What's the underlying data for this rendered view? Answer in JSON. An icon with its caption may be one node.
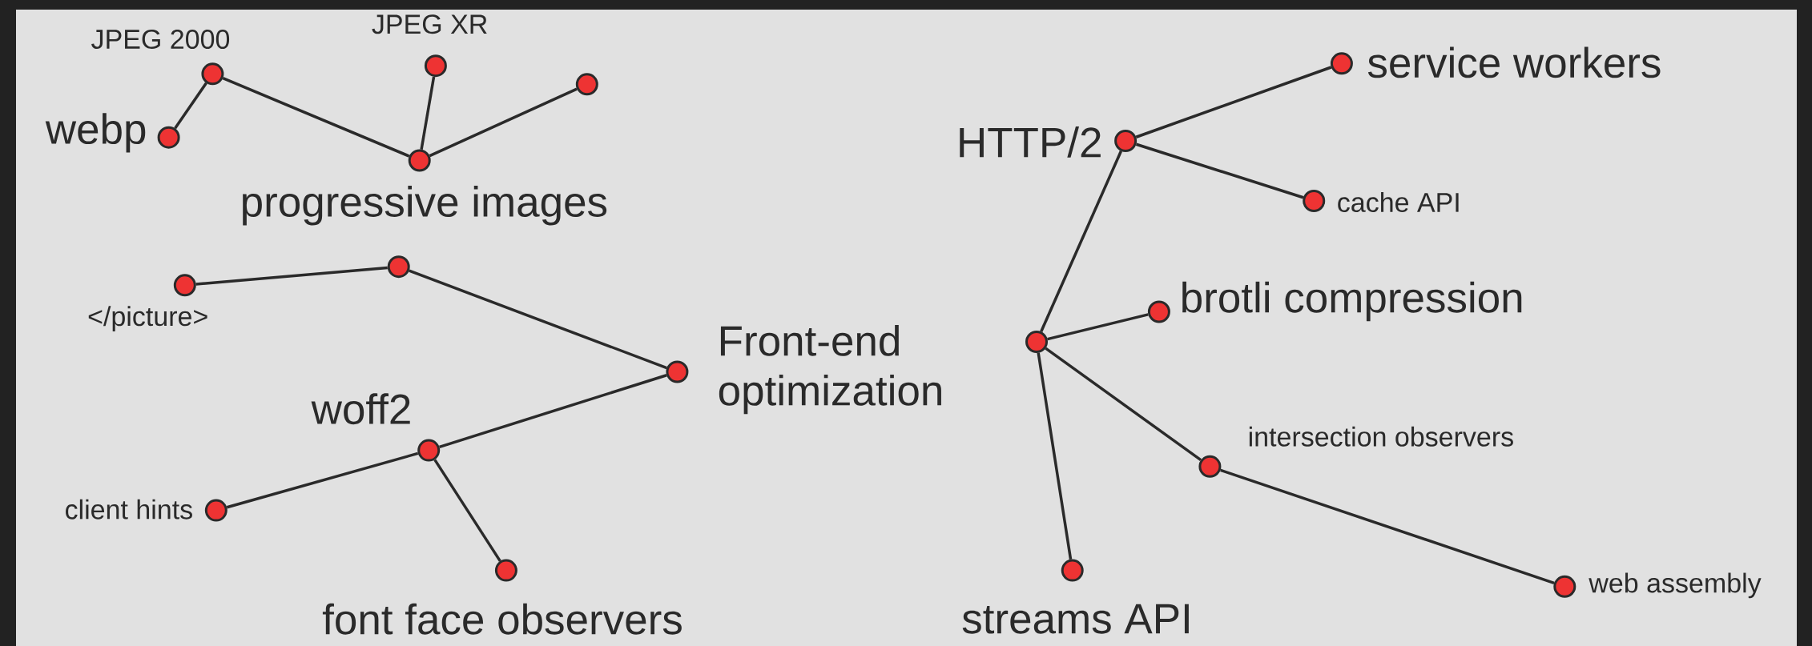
{
  "diagram": {
    "nodes": [
      {
        "text": [
          "JPEG 2000"
        ]
      },
      {
        "text": [
          "JPEG XR"
        ]
      },
      {
        "text": [],
        "shape": "circle"
      },
      {
        "text": [
          "webp"
        ]
      },
      {
        "text": [
          "progressive images"
        ]
      },
      {
        "text": [],
        "shape": "circle"
      },
      {
        "text": [
          "</picture>"
        ]
      },
      {
        "text": [
          "Front-end optimization"
        ]
      },
      {
        "text": [
          "woff2"
        ]
      },
      {
        "text": [
          "client hints"
        ]
      },
      {
        "text": [
          "font face observers"
        ]
      },
      {
        "text": [
          "HTTP/2"
        ]
      },
      {
        "text": [
          "service workers"
        ]
      },
      {
        "text": [
          "cache API"
        ]
      },
      {
        "text": [],
        "shape": "circle"
      },
      {
        "text": [
          "brotli compression"
        ]
      },
      {
        "text": [
          "intersection observers"
        ]
      },
      {
        "text": [
          "streams API"
        ]
      },
      {
        "text": [
          "web assembly"
        ]
      }
    ],
    "edges": [
      {
        "from": 3,
        "to": 0,
        "arrow": "none"
      },
      {
        "from": 0,
        "to": 4,
        "arrow": "none"
      },
      {
        "from": 1,
        "to": 4,
        "arrow": "none"
      },
      {
        "from": 2,
        "to": 4,
        "arrow": "none"
      },
      {
        "from": 6,
        "to": 5,
        "arrow": "none"
      },
      {
        "from": 5,
        "to": 7,
        "arrow": "none"
      },
      {
        "from": 7,
        "to": 8,
        "arrow": "none"
      },
      {
        "from": 8,
        "to": 9,
        "arrow": "none"
      },
      {
        "from": 8,
        "to": 10,
        "arrow": "none"
      },
      {
        "from": 14,
        "to": 11,
        "arrow": "none"
      },
      {
        "from": 11,
        "to": 12,
        "arrow": "none"
      },
      {
        "from": 11,
        "to": 13,
        "arrow": "none"
      },
      {
        "from": 14,
        "to": 15,
        "arrow": "none"
      },
      {
        "from": 14,
        "to": 16,
        "arrow": "none"
      },
      {
        "from": 16,
        "to": 18,
        "arrow": "none"
      },
      {
        "from": 14,
        "to": 17,
        "arrow": "none"
      }
    ]
  }
}
